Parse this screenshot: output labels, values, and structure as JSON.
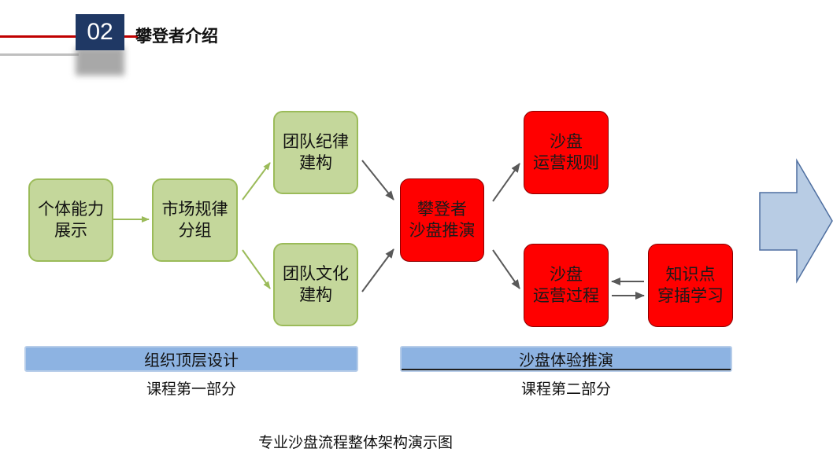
{
  "header": {
    "number": "02",
    "title": "攀登者介绍"
  },
  "nodes": {
    "individual_ability": "个体能力\n展示",
    "market_grouping": "市场规律\n分组",
    "team_discipline": "团队纪律\n建构",
    "team_culture": "团队文化\n建构",
    "sandbox_core": "攀登者\n沙盘推演",
    "sandbox_rules": "沙盘\n运营规则",
    "sandbox_process": "沙盘\n运营过程",
    "knowledge_learning": "知识点\n穿插学习"
  },
  "sections": {
    "part1_bar": "组织顶层设计",
    "part1_caption": "课程第一部分",
    "part2_bar": "沙盘体验推演",
    "part2_caption": "课程第二部分"
  },
  "footer": {
    "caption": "专业沙盘流程整体架构演示图"
  },
  "colors": {
    "header_badge": "#1f3864",
    "header_line": "#c00000",
    "green_box": "#c4d79b",
    "green_border": "#9bbb59",
    "red_box": "#ff0000",
    "section_bar": "#8db3e2",
    "big_arrow": "#b8cce4",
    "arrow_green": "#9bbb59",
    "arrow_gray": "#595959"
  }
}
